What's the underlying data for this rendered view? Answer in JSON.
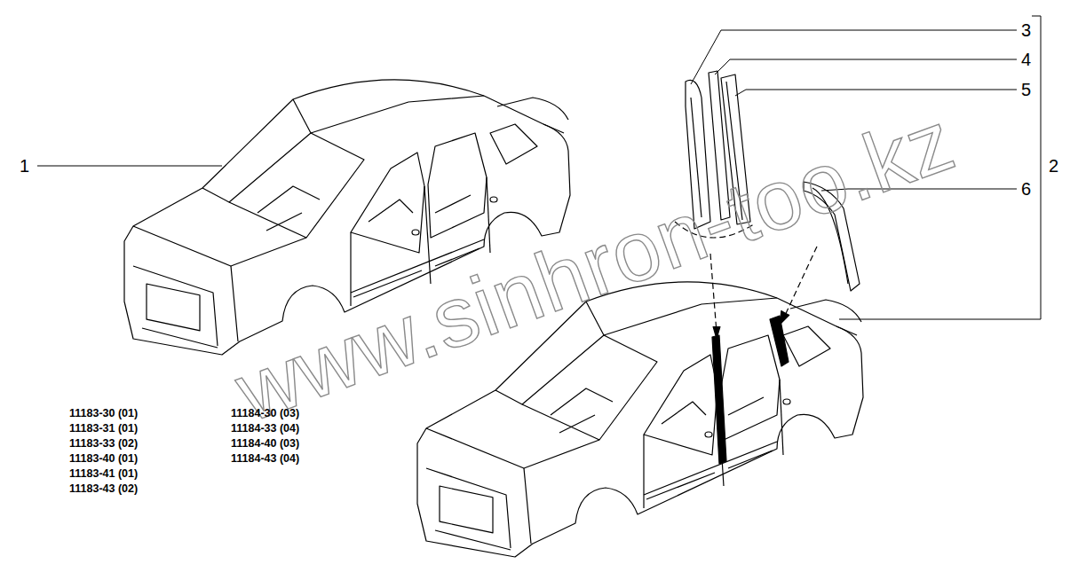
{
  "diagram": {
    "labels": [
      "3",
      "4",
      "5",
      "1",
      "2",
      "6",
      "www.sinhron-too.kz",
      "11183-30 (01)",
      "11183-31 (01)",
      "11183-33 (02)",
      "11183-40 (01)",
      "11183-41 (01)",
      "11183-43 (02)",
      "11184-30 (03)",
      "11184-33 (04)",
      "11184-40 (03)",
      "11184-43 (04)"
    ]
  }
}
